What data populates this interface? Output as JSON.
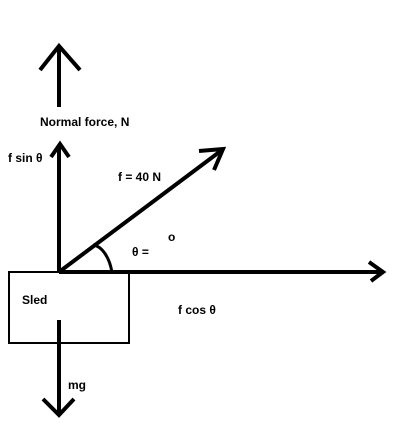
{
  "labels": {
    "normal_force": "Normal force, N",
    "f_sin": "f sin θ",
    "f_value": "f = 40 N",
    "theta": "θ =",
    "degree": "o",
    "sled": "Sled",
    "f_cos": "f cos θ",
    "mg": "mg"
  },
  "colors": {
    "ink": "#000000",
    "background": "#ffffff"
  }
}
